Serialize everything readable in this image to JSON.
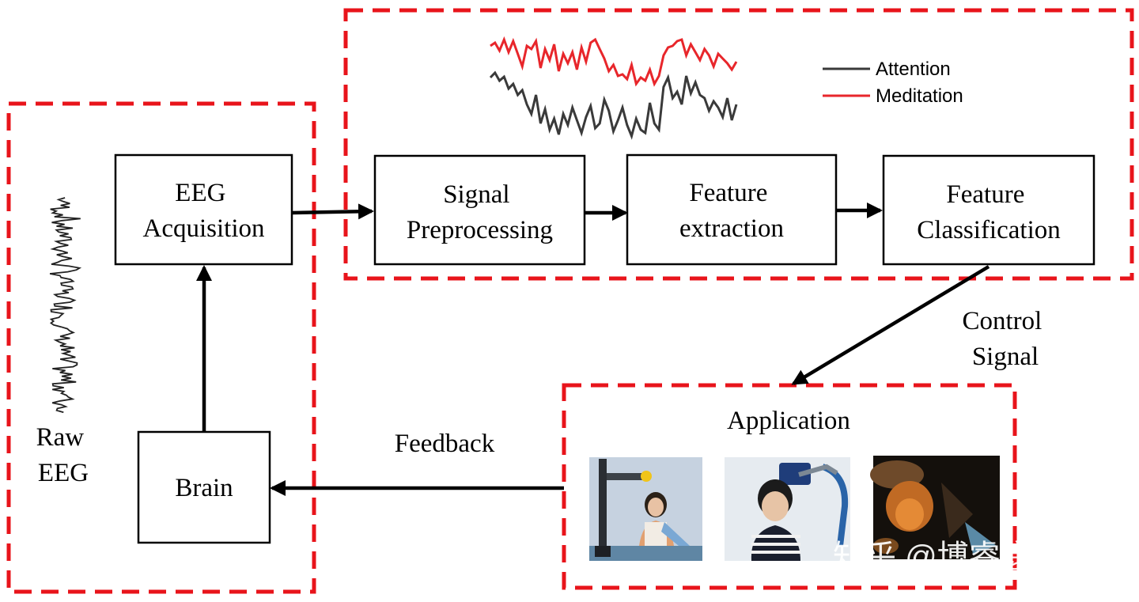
{
  "boxes": {
    "eeg_acquisition": [
      "EEG",
      "Acquisition"
    ],
    "signal_preprocessing": [
      "Signal",
      "Preprocessing"
    ],
    "feature_extraction": [
      "Feature",
      "extraction"
    ],
    "feature_classification": [
      "Feature",
      "Classification"
    ],
    "brain": "Brain"
  },
  "labels": {
    "raw_eeg": [
      "Raw",
      "EEG"
    ],
    "control_signal": [
      "Control",
      "Signal"
    ],
    "feedback": "Feedback",
    "application": "Application"
  },
  "legend": {
    "attention": "Attention",
    "meditation": "Meditation",
    "attention_color": "#3a3a3a",
    "meditation_color": "#e8262b"
  },
  "accent_color": "#e8141b",
  "watermark": "知乎 @博睿康科技",
  "signals": {
    "attention": [
      58,
      52,
      62,
      57,
      72,
      66,
      80,
      74,
      92,
      104,
      80,
      116,
      98,
      124,
      110,
      130,
      104,
      118,
      96,
      112,
      128,
      108,
      94,
      122,
      116,
      86,
      100,
      126,
      112,
      96,
      118,
      132,
      110,
      124,
      128,
      90,
      116,
      124,
      70,
      58,
      84,
      76,
      92,
      56,
      78,
      64,
      80,
      84,
      100,
      88,
      96,
      108,
      84,
      112,
      92
    ],
    "meditation": [
      18,
      14,
      24,
      10,
      26,
      12,
      28,
      44,
      18,
      22,
      12,
      46,
      22,
      36,
      16,
      50,
      28,
      40,
      26,
      48,
      20,
      38,
      14,
      10,
      22,
      34,
      50,
      42,
      56,
      54,
      60,
      42,
      66,
      58,
      62,
      48,
      66,
      56,
      30,
      20,
      18,
      12,
      10,
      30,
      16,
      26,
      36,
      22,
      30,
      44,
      28,
      34,
      40,
      48,
      38
    ]
  }
}
